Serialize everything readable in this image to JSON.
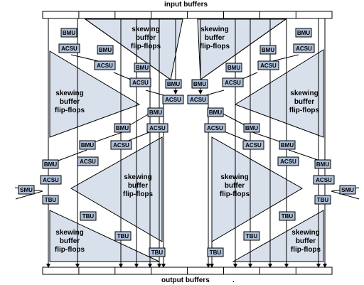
{
  "header": {
    "title": "input buffers"
  },
  "footer": {
    "title": "output buffers",
    "trailing_mark": "."
  },
  "triangle_label": "skewing\nbuffer\nflip-flops",
  "unit_labels": {
    "bmu": "BMU",
    "acsu": "ACSU",
    "tbu": "TBU",
    "smu": "SMU"
  },
  "colors": {
    "box_fill": "#aebfd7",
    "triangle_fill": "#d8e0ec",
    "stroke": "#000000"
  }
}
